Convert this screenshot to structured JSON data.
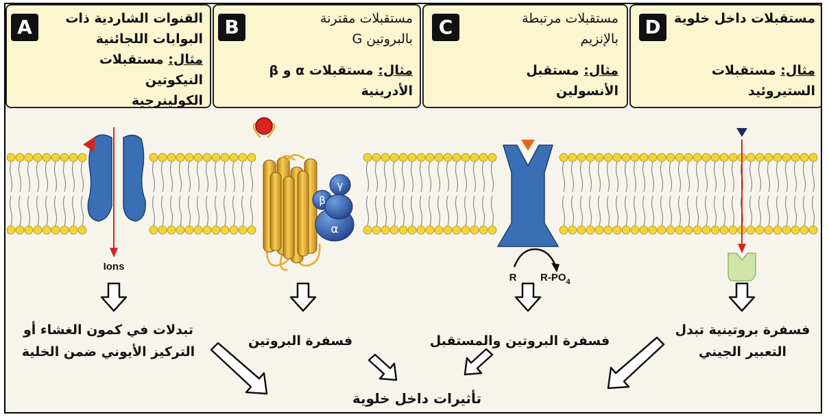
{
  "panels": [
    {
      "letter": "A",
      "line1": "القنوات الشاردية ذات",
      "line2": "البوابات اللجائنية",
      "example_label": "مثال:",
      "example_text": "مستقبلات النيكوتين",
      "line4": "الكولينرجية"
    },
    {
      "letter": "B",
      "line1": "مستقبلات مقترنة",
      "line2": "بالبروتين G",
      "example_label": "مثال:",
      "example_text": "مستقبلات α و β الأدرينية"
    },
    {
      "letter": "C",
      "line1": "مستقبلات مرتبطة",
      "line2": "بالإنزيم",
      "example_label": "مثال:",
      "example_text": "مستقبل الأنسولين"
    },
    {
      "letter": "D",
      "line1": "مستقبلات داخل خلوية",
      "example_label": "مثال:",
      "example_text": "مستقبلات الستيروئيد"
    }
  ],
  "labels": {
    "ions": "Ions",
    "r": "R",
    "rpo4": "R-PO",
    "rpo4_sub": "4",
    "beta": "β",
    "gamma": "γ",
    "alpha": "α"
  },
  "outcomes": {
    "a_line1": "تبدلات في كمون الغشاء أو",
    "a_line2": "التركيز الأيوني ضمن الخلية",
    "b": "فسفرة البروتين",
    "c": "فسفرة البروتين والمستقبل",
    "d_line1": "فسفرة بروتينية تبدل",
    "d_line2": "التعبير الجيني",
    "final": "تأثيرات داخل خلوية"
  },
  "colors": {
    "panel_bg": "#fbf5d0",
    "lipid_head": "#f2d43a",
    "receptor_blue": "#3a6fb5",
    "helix_gold": "#e8a82a",
    "arrow_red": "#d9231c",
    "ligand_orange": "#e2651f",
    "ligand_navy": "#1c2a5a",
    "nuclear_receptor": "#cfe6a8"
  }
}
